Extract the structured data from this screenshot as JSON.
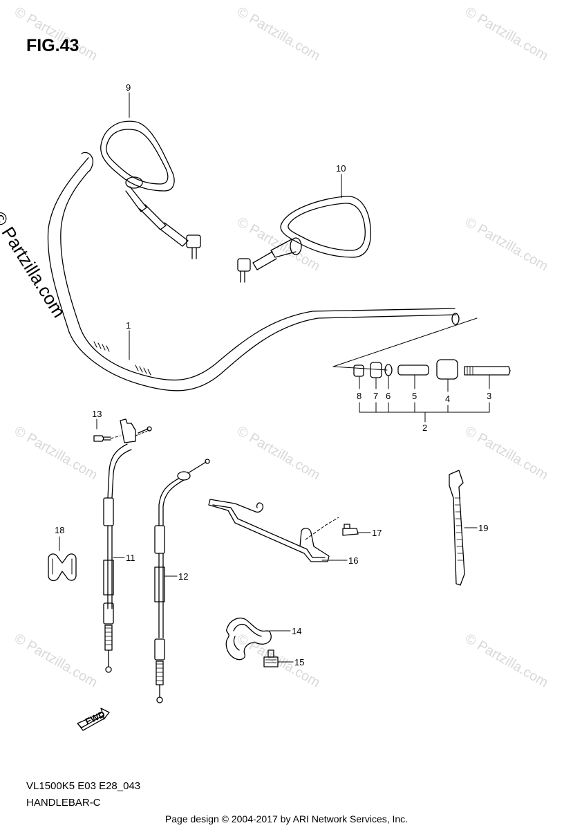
{
  "figure_label": "FIG.43",
  "diagram_code": "VL1500K5 E03 E28_043",
  "section_name": "HANDLEBAR-C",
  "footer_credit": "Page design © 2004-2017 by ARI Network Services, Inc.",
  "copyright_side": "© Partzilla.com",
  "watermark_text": "© Partzilla.com",
  "fwd_text": "FWD",
  "callouts": {
    "c1": "1",
    "c2": "2",
    "c3": "3",
    "c4": "4",
    "c5": "5",
    "c6": "6",
    "c7": "7",
    "c8": "8",
    "c9": "9",
    "c10": "10",
    "c11": "11",
    "c12": "12",
    "c13": "13",
    "c14": "14",
    "c15": "15",
    "c16": "16",
    "c17": "17",
    "c18": "18",
    "c19": "19"
  },
  "colors": {
    "line": "#000000",
    "watermark": "#d9d9d9"
  }
}
